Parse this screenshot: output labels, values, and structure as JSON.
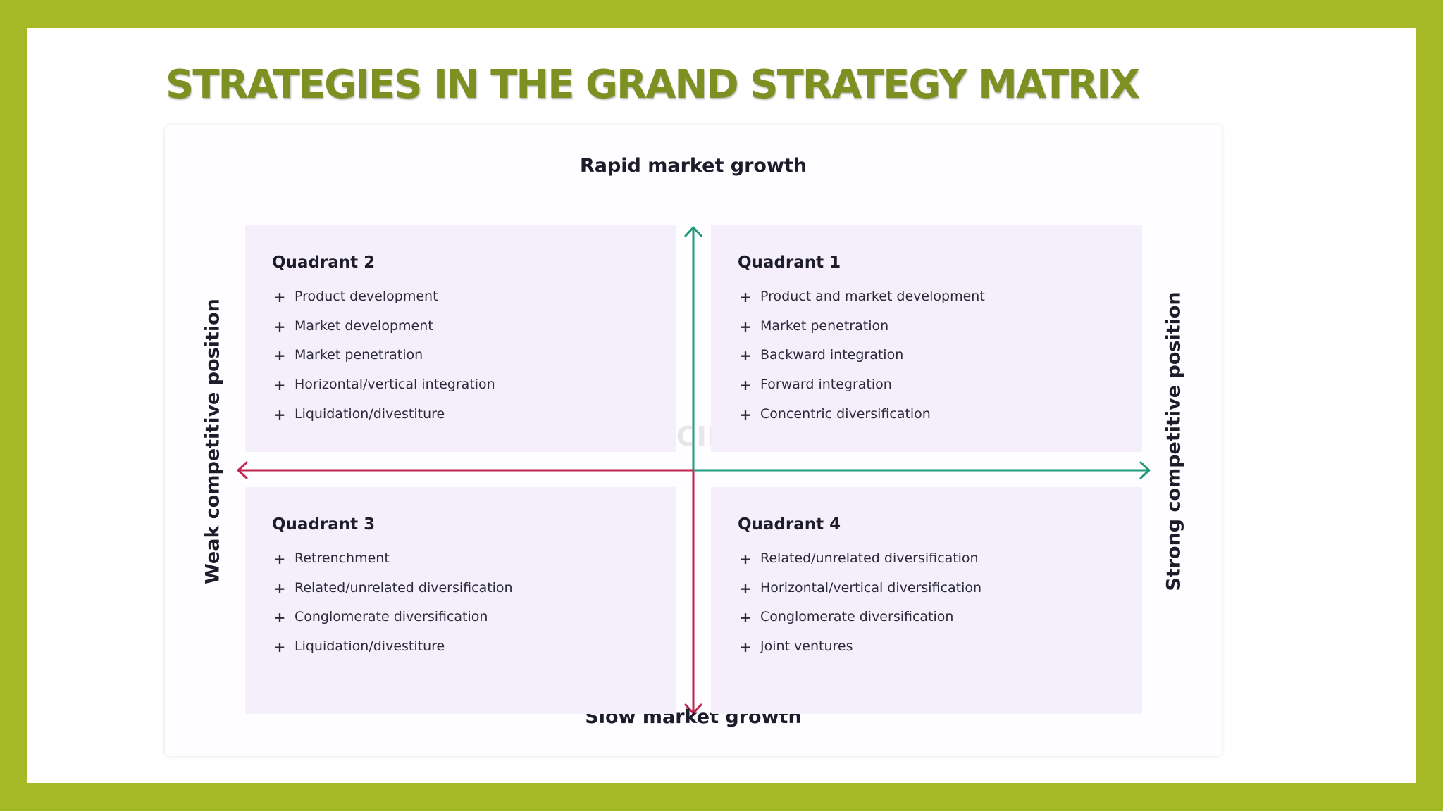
{
  "slide": {
    "title": "STRATEGIES IN THE GRAND STRATEGY MATRIX"
  },
  "matrix": {
    "top_label": "Rapid market growth",
    "bottom_label": "Slow market growth",
    "left_label": "Weak competitive position",
    "right_label": "Strong competitive position",
    "watermark": "LUCIDITY",
    "bullet_glyph": "+",
    "quadrants": {
      "q1": {
        "title": "Quadrant 1",
        "items": [
          "Product and market development",
          "Market penetration",
          "Backward integration",
          "Forward integration",
          "Concentric diversification"
        ]
      },
      "q2": {
        "title": "Quadrant 2",
        "items": [
          "Product development",
          "Market development",
          "Market penetration",
          "Horizontal/vertical integration",
          "Liquidation/divestiture"
        ]
      },
      "q3": {
        "title": "Quadrant 3",
        "items": [
          "Retrenchment",
          "Related/unrelated diversification",
          "Conglomerate diversification",
          "Liquidation/divestiture"
        ]
      },
      "q4": {
        "title": "Quadrant 4",
        "items": [
          "Related/unrelated diversification",
          "Horizontal/vertical diversification",
          "Conglomerate diversification",
          "Joint ventures"
        ]
      }
    },
    "colors": {
      "growth_arrow": "#1f9b7c",
      "decline_arrow": "#c0254f",
      "quadrant_fill": "#f4effa",
      "title_green": "#7d9122",
      "frame_green": "#a5b825"
    }
  }
}
